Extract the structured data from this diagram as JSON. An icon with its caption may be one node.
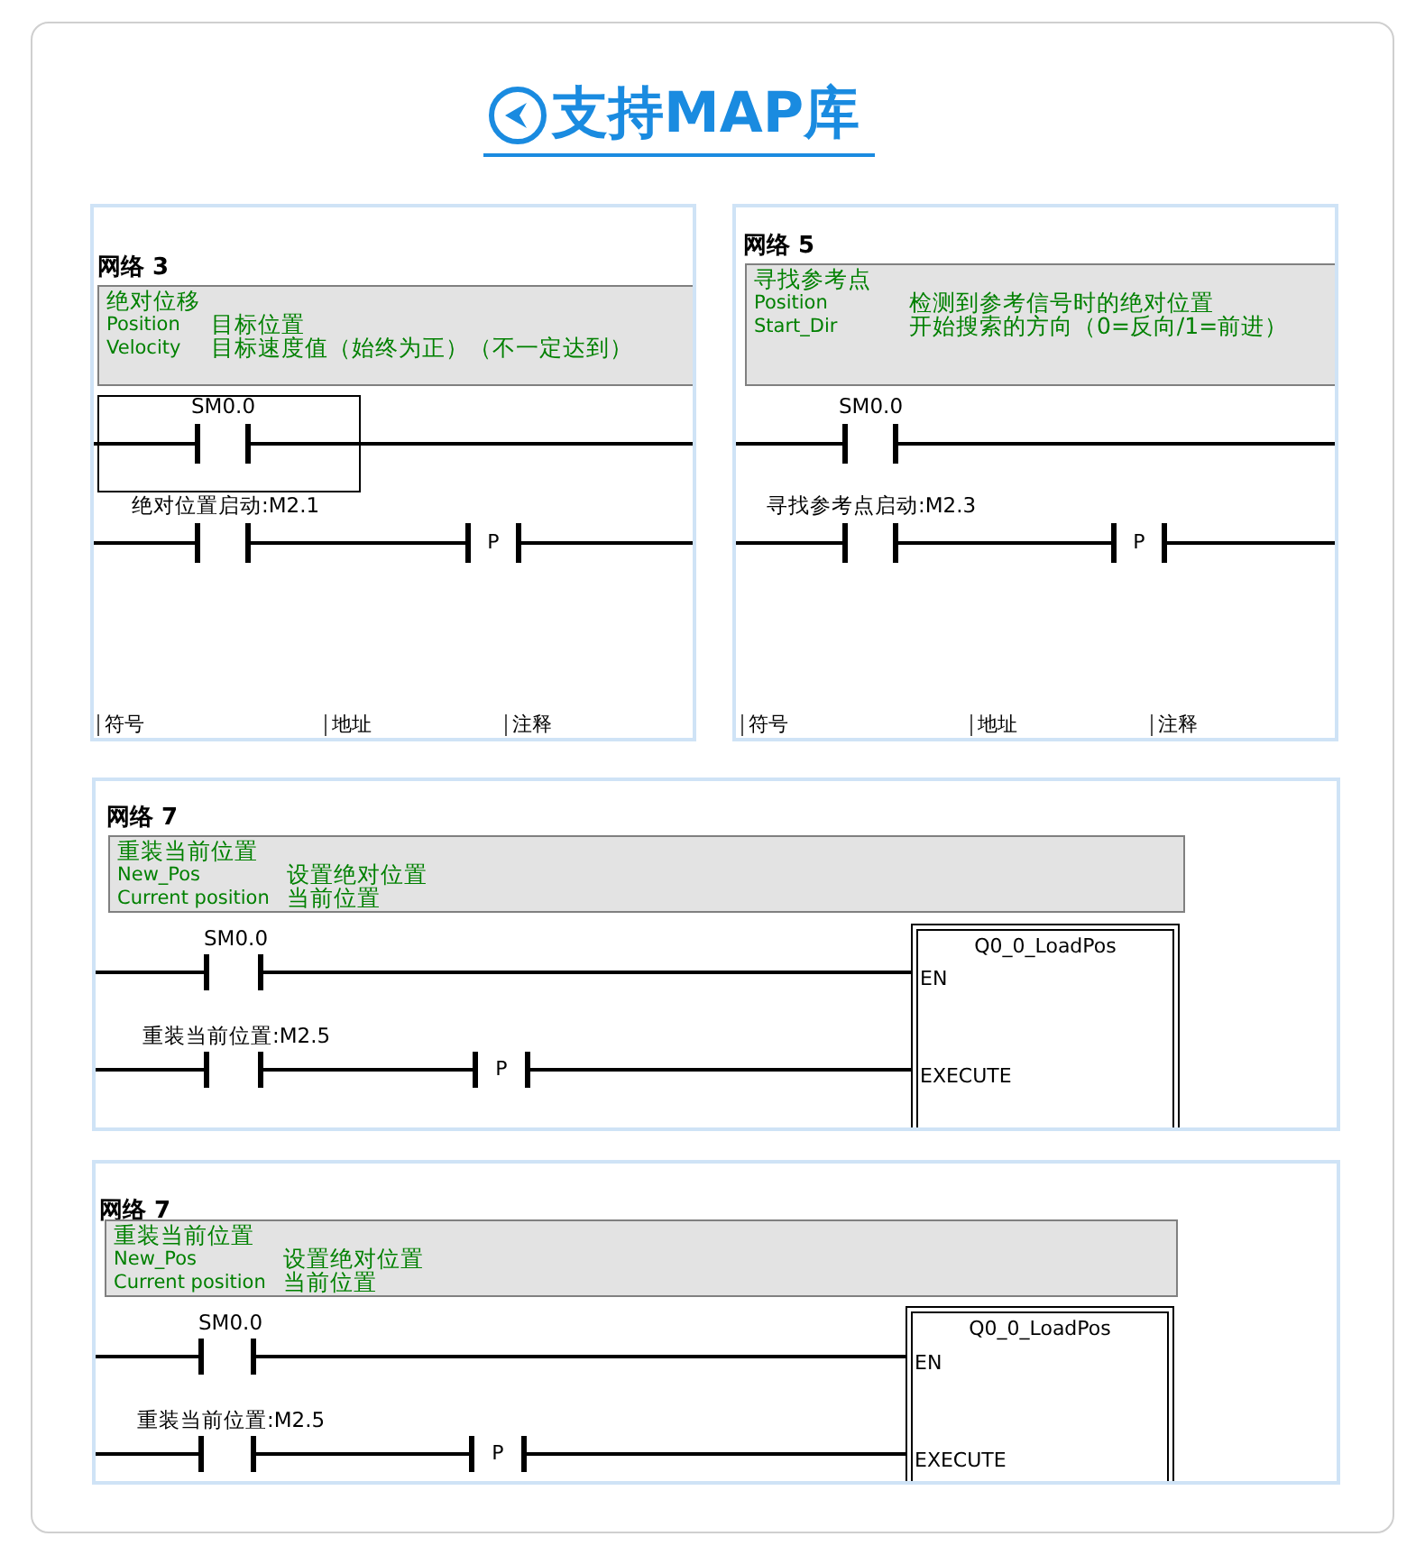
{
  "diagram": {
    "title": "支持MAP库",
    "nodes": [
      {
        "text": [
          "网络 3"
        ]
      },
      {
        "text": [
          "绝对位移",
          "Position",
          "目标位置",
          "Velocity",
          "目标速度值（始终为正）（不一定达到）"
        ],
        "in": 0
      },
      {
        "text": [],
        "shape": "contact",
        "beside": [
          "SM0.0"
        ],
        "in": 0
      },
      {
        "text": [],
        "shape": "contact",
        "beside": [
          "绝对位置启动:M2.1"
        ],
        "in": 0
      },
      {
        "text": [
          "P"
        ],
        "in": 0
      },
      {
        "text": [
          "网络 5"
        ]
      },
      {
        "text": [
          "寻找参考点",
          "Position",
          "检测到参考信号时的绝对位置",
          "Start_Dir",
          "开始搜索的方向（0=反向/1=前进）"
        ],
        "in": 5
      },
      {
        "text": [],
        "shape": "contact",
        "beside": [
          "SM0.0"
        ],
        "in": 5
      },
      {
        "text": [],
        "shape": "contact",
        "beside": [
          "寻找参考点启动:M2.3"
        ],
        "in": 5
      },
      {
        "text": [
          "P"
        ],
        "in": 5
      },
      {
        "text": [
          "网络 7"
        ]
      },
      {
        "text": [
          "重装当前位置",
          "New_Pos",
          "设置绝对位置",
          "Current position",
          "当前位置"
        ],
        "in": 10
      },
      {
        "text": [],
        "shape": "contact",
        "beside": [
          "SM0.0"
        ],
        "in": 10
      },
      {
        "text": [],
        "shape": "contact",
        "beside": [
          "重装当前位置:M2.5"
        ],
        "in": 10
      },
      {
        "text": [
          "P"
        ],
        "in": 10
      },
      {
        "text": [
          "Q0_0_LoadPos",
          "EN",
          "EXECUTE"
        ],
        "in": 10
      },
      {
        "text": [
          "网络 7"
        ]
      },
      {
        "text": [
          "重装当前位置",
          "New_Pos",
          "设置绝对位置",
          "Current position",
          "当前位置"
        ],
        "in": 16
      },
      {
        "text": [],
        "shape": "contact",
        "beside": [
          "SM0.0"
        ],
        "in": 16
      },
      {
        "text": [],
        "shape": "contact",
        "beside": [
          "重装当前位置:M2.5"
        ],
        "in": 16
      },
      {
        "text": [
          "P"
        ],
        "in": 16
      },
      {
        "text": [
          "Q0_0_LoadPos",
          "EN",
          "EXECUTE"
        ],
        "in": 16
      }
    ],
    "edges": [
      {
        "from": null,
        "to": 2,
        "arrow": "none"
      },
      {
        "from": 2,
        "to": null,
        "arrow": "none"
      },
      {
        "from": null,
        "to": 3,
        "arrow": "none"
      },
      {
        "from": 3,
        "to": 4,
        "arrow": "none"
      },
      {
        "from": 4,
        "to": null,
        "arrow": "none"
      },
      {
        "from": null,
        "to": 7,
        "arrow": "none"
      },
      {
        "from": 7,
        "to": null,
        "arrow": "none"
      },
      {
        "from": null,
        "to": 8,
        "arrow": "none"
      },
      {
        "from": 8,
        "to": 9,
        "arrow": "none"
      },
      {
        "from": 9,
        "to": null,
        "arrow": "none"
      },
      {
        "from": null,
        "to": 12,
        "arrow": "none"
      },
      {
        "from": 12,
        "to": 15,
        "arrow": "none"
      },
      {
        "from": null,
        "to": 13,
        "arrow": "none"
      },
      {
        "from": 13,
        "to": 14,
        "arrow": "none"
      },
      {
        "from": 14,
        "to": 15,
        "arrow": "none"
      },
      {
        "from": null,
        "to": 18,
        "arrow": "none"
      },
      {
        "from": 18,
        "to": 21,
        "arrow": "none"
      },
      {
        "from": null,
        "to": 19,
        "arrow": "none"
      },
      {
        "from": 19,
        "to": 20,
        "arrow": "none"
      },
      {
        "from": 20,
        "to": 21,
        "arrow": "none"
      }
    ],
    "labels": [
      "符号",
      "地址",
      "注释",
      "符号",
      "地址",
      "注释"
    ]
  }
}
